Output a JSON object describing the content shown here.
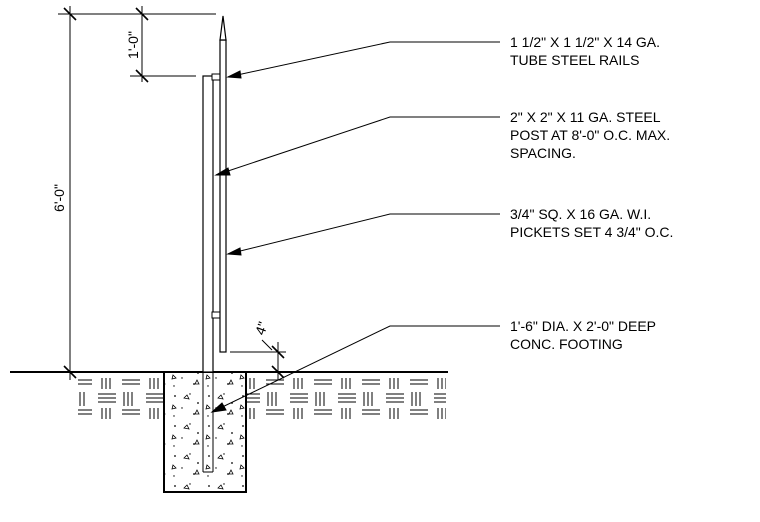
{
  "dimensions": {
    "overall_height": "6'-0\"",
    "picket_extension": "1'-0\"",
    "picket_clearance": "4\""
  },
  "callouts": [
    {
      "lines": [
        "1 1/2\" X 1 1/2\" X 14 GA.",
        "TUBE STEEL RAILS"
      ]
    },
    {
      "lines": [
        "2\" X 2\" X 11 GA. STEEL",
        "POST AT 8'-0\" O.C. MAX.",
        "SPACING."
      ]
    },
    {
      "lines": [
        "3/4\" SQ. X 16 GA. W.I.",
        "PICKETS SET 4 3/4\" O.C."
      ]
    },
    {
      "lines": [
        "1'-6\" DIA. X 2'-0\" DEEP",
        "CONC. FOOTING"
      ]
    }
  ]
}
